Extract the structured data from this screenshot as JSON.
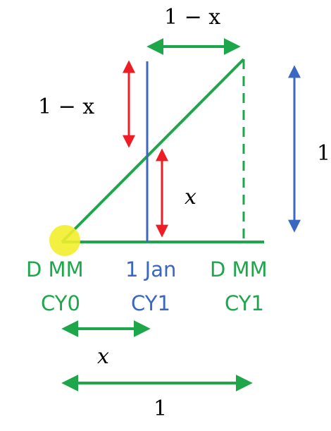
{
  "colors": {
    "green": "#1ea64a",
    "blue": "#3a67c2",
    "red": "#ee1c24",
    "marker": "#f2ee2d",
    "text": "#000000"
  },
  "labels": {
    "top_gap": "1 − x",
    "left_upper": "1 − x",
    "left_lower": "x",
    "right_height": "1",
    "bottom_inner": "x",
    "bottom_outer": "1"
  },
  "axis_labels": {
    "left_line1": "D MM",
    "left_line2": "CY0",
    "middle_line1": "1 Jan",
    "middle_line2": "CY1",
    "right_line1": "D MM",
    "right_line2": "CY1"
  }
}
